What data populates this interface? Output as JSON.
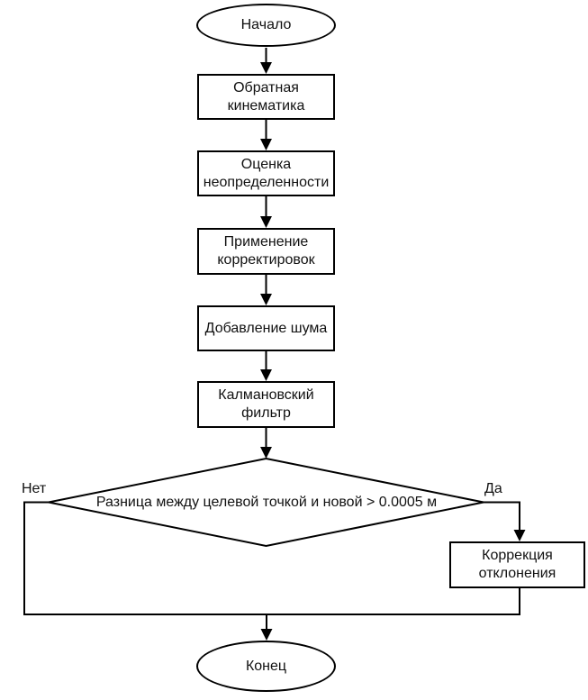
{
  "flowchart": {
    "start_label": "Начало",
    "steps": [
      {
        "label": "Обратная кинематика"
      },
      {
        "label": "Оценка неопределенности"
      },
      {
        "label": "Применение корректировок"
      },
      {
        "label": "Добавление шума"
      },
      {
        "label": "Калмановский фильтр"
      }
    ],
    "decision": {
      "label": "Разница между целевой точкой и новой > 0.0005 м",
      "no_branch_label": "Нет",
      "yes_branch_label": "Да"
    },
    "yes_step_label": "Коррекция отклонения",
    "end_label": "Конец",
    "colors": {
      "stroke": "#000000",
      "fill": "#ffffff",
      "text": "#111111"
    }
  }
}
